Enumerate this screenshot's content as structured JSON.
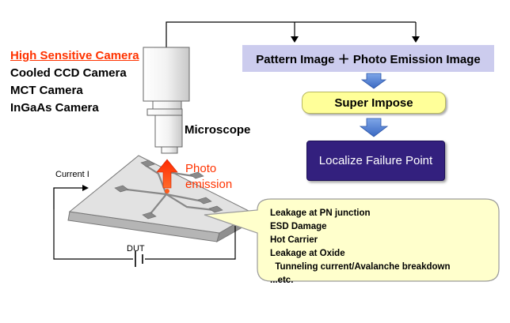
{
  "camera_heading": "High Sensitive Camera",
  "camera_types": [
    "Cooled CCD Camera",
    "MCT Camera",
    "InGaAs Camera"
  ],
  "microscope_label": "Microscope",
  "pattern_box": "Pattern Image ＋ Photo Emission Image",
  "superimpose_box": "Super Impose",
  "localize_box": "Localize Failure Point",
  "photo_emission_label": [
    "Photo",
    "emission"
  ],
  "current_label": "Current I",
  "dut_label": "DUT",
  "callout_items": [
    "Leakage at PN junction",
    "ESD Damage",
    "Hot Carrier",
    "Leakage at Oxide",
    "  Tunneling current/Avalanche breakdown",
    "...etc."
  ],
  "colors": {
    "accent_red": "#ff3300",
    "box_lavender": "#ccccee",
    "box_yellow": "#ffff99",
    "box_navy": "#33207e",
    "arrow_blue": "#5b86d4",
    "callout_fill": "#ffffcc"
  }
}
